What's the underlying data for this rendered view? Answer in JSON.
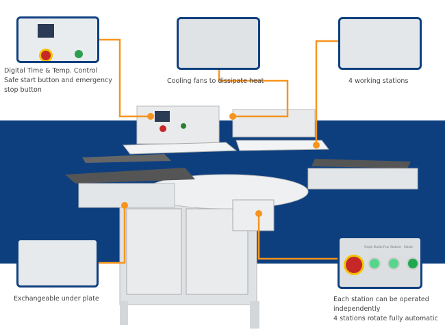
{
  "callouts": {
    "control": [
      "Digital Time & Temp. Control",
      "Safe start button and emergency",
      "stop button"
    ],
    "cooling": "Cooling fans to dissipate heat",
    "stations": "4 working stations",
    "under_plate": "Exchangeable under plate",
    "operation": [
      "Each station can be operated",
      "independently",
      "4 stations rotate fully automatic"
    ]
  },
  "panel_labels": [
    "Single Station",
    "Four Stations",
    "Rotate"
  ],
  "colors": {
    "band": "#0d3f7f",
    "leader": "#f7941d",
    "machine": "#e6e8ea"
  }
}
